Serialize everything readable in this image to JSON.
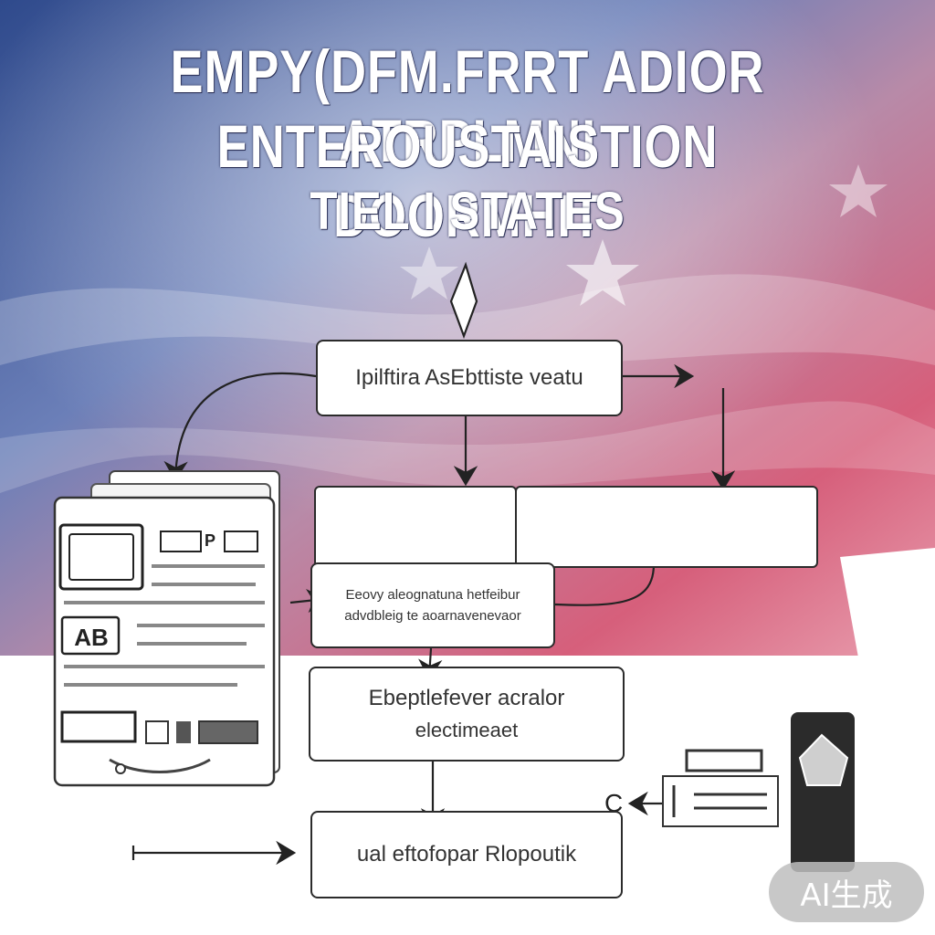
{
  "title": {
    "line1": "EMPY(DFM.FRRT ADIOR ATRPLMNI",
    "line2": "ENTEROUSTAISTION DOORMHIT",
    "line3": "TIEL I STATES"
  },
  "boxes": {
    "top": "Ipilftira AsEbttiste veatu",
    "mid_left": "",
    "mid_right": "",
    "small_line1": "Eeovy aleognatuna hetfeibur",
    "small_line2": "advdbleig te aoarnavenevaor",
    "electrical_line1": "Ebeptlefever acralor",
    "electrical_line2": "electimeaet",
    "bottom": "ual eftofopar Rlopoutik"
  },
  "document": {
    "badge_text": "AB",
    "field_label": "P"
  },
  "device": {
    "connector_label": "C"
  },
  "watermark": "AI生成",
  "colors": {
    "flag_blue": "#3c4f8f",
    "flag_red": "#c85a78",
    "text_dark": "#333333"
  }
}
